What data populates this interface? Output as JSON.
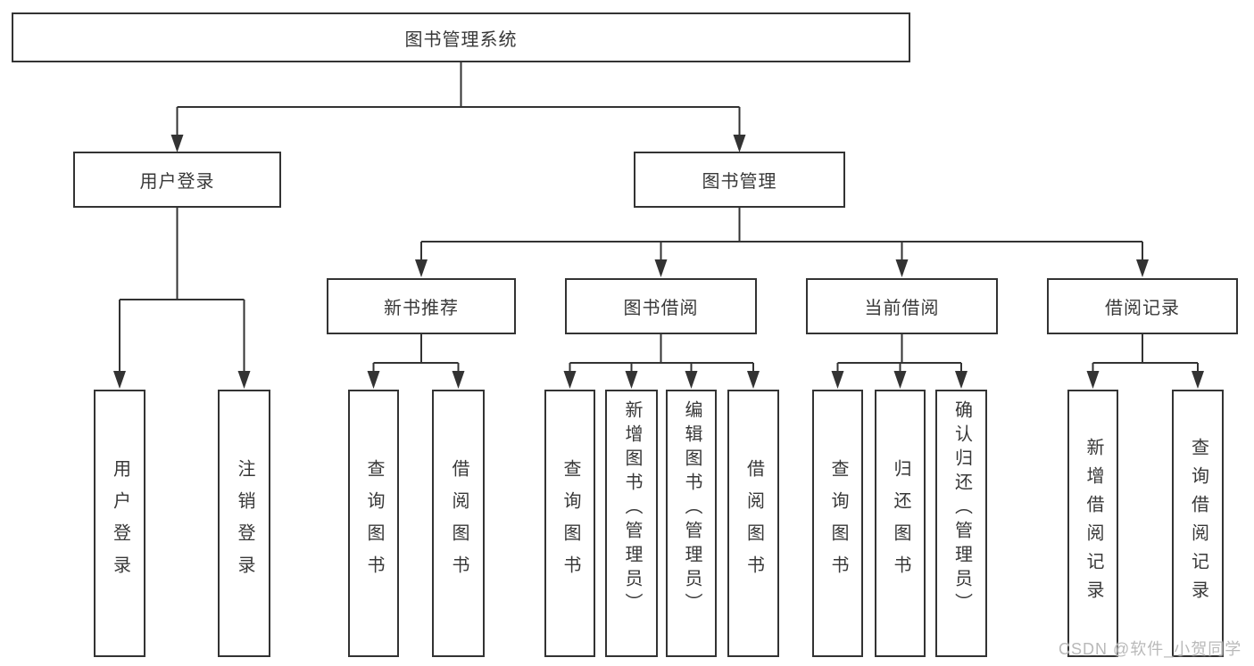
{
  "diagram_title": "图书管理系统",
  "nodes": {
    "root": {
      "label": "图书管理系统"
    },
    "user_login": {
      "label": "用户登录"
    },
    "book_mgmt": {
      "label": "图书管理"
    },
    "new_book_rec": {
      "label": "新书推荐"
    },
    "book_borrow": {
      "label": "图书借阅"
    },
    "current_borrow": {
      "label": "当前借阅"
    },
    "borrow_record": {
      "label": "借阅记录"
    },
    "login": {
      "label": "用户登录"
    },
    "logout": {
      "label": "注销登录"
    },
    "nb_query": {
      "label": "查询图书"
    },
    "nb_borrow": {
      "label": "借阅图书"
    },
    "bb_query": {
      "label": "查询图书"
    },
    "bb_add": {
      "label": "新增图书（管理员）"
    },
    "bb_edit": {
      "label": "编辑图书（管理员）"
    },
    "bb_borrow": {
      "label": "借阅图书"
    },
    "cb_query": {
      "label": "查询图书"
    },
    "cb_return": {
      "label": "归还图书"
    },
    "cb_confirm": {
      "label": "确认归还（管理员）"
    },
    "br_add": {
      "label": "新增借阅记录"
    },
    "br_query": {
      "label": "查询借阅记录"
    }
  },
  "hierarchy": {
    "图书管理系统": {
      "用户登录": [
        "用户登录",
        "注销登录"
      ],
      "图书管理": {
        "新书推荐": [
          "查询图书",
          "借阅图书"
        ],
        "图书借阅": [
          "查询图书",
          "新增图书（管理员）",
          "编辑图书（管理员）",
          "借阅图书"
        ],
        "当前借阅": [
          "查询图书",
          "归还图书",
          "确认归还（管理员）"
        ],
        "借阅记录": [
          "新增借阅记录",
          "查询借阅记录"
        ]
      }
    }
  },
  "colors": {
    "line": "#333333",
    "box_border": "#333333",
    "box_fill": "#ffffff",
    "text": "#383838",
    "watermark": "#b9b9b9",
    "background": "#ffffff"
  },
  "watermark": {
    "text": "CSDN @软件_小贺同学"
  }
}
